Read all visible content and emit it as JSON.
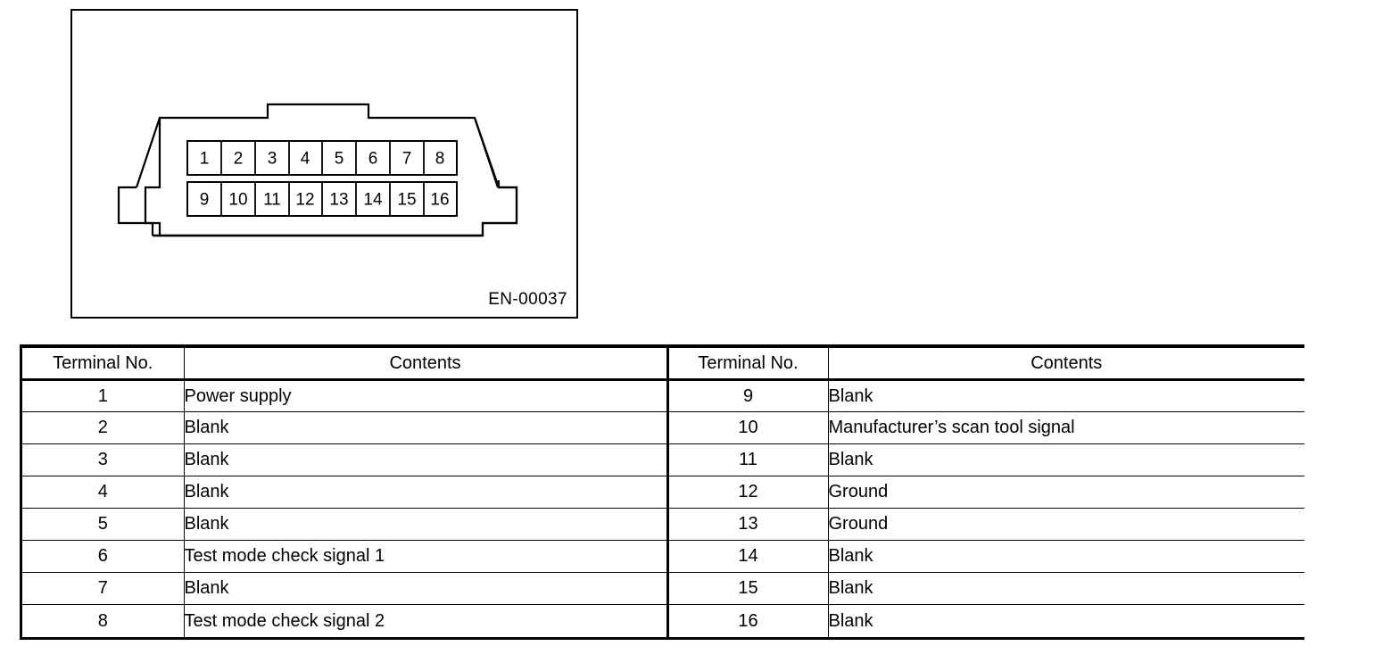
{
  "figure": {
    "caption": "EN-00037",
    "connector": {
      "description": "16-pin connector face view",
      "rows": [
        {
          "pins": [
            "1",
            "2",
            "3",
            "4",
            "5",
            "6",
            "7",
            "8"
          ]
        },
        {
          "pins": [
            "9",
            "10",
            "11",
            "12",
            "13",
            "14",
            "15",
            "16"
          ]
        }
      ]
    }
  },
  "table": {
    "headers": {
      "terminal": "Terminal No.",
      "contents": "Contents"
    },
    "left_rows": [
      {
        "terminal": "1",
        "contents": "Power supply"
      },
      {
        "terminal": "2",
        "contents": "Blank"
      },
      {
        "terminal": "3",
        "contents": "Blank"
      },
      {
        "terminal": "4",
        "contents": "Blank"
      },
      {
        "terminal": "5",
        "contents": "Blank"
      },
      {
        "terminal": "6",
        "contents": "Test mode check signal 1"
      },
      {
        "terminal": "7",
        "contents": "Blank"
      },
      {
        "terminal": "8",
        "contents": "Test mode check signal 2"
      }
    ],
    "right_rows": [
      {
        "terminal": "9",
        "contents": "Blank"
      },
      {
        "terminal": "10",
        "contents": "Manufacturer’s scan tool signal"
      },
      {
        "terminal": "11",
        "contents": "Blank"
      },
      {
        "terminal": "12",
        "contents": "Ground"
      },
      {
        "terminal": "13",
        "contents": "Ground"
      },
      {
        "terminal": "14",
        "contents": "Blank"
      },
      {
        "terminal": "15",
        "contents": "Blank"
      },
      {
        "terminal": "16",
        "contents": "Blank"
      }
    ]
  },
  "colors": {
    "ink": "#000000",
    "paper": "#ffffff"
  }
}
